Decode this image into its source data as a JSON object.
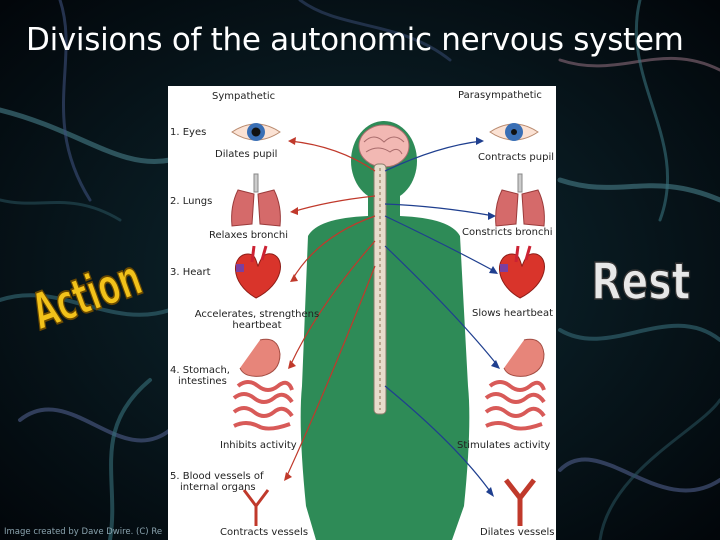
{
  "slide": {
    "title": "Divisions of the autonomic nervous system",
    "credit": "Image created by Dave Dwire. (C) Re"
  },
  "diagram": {
    "left_header": "Sympathetic",
    "right_header": "Parasympathetic",
    "organs": [
      {
        "label": "1. Eyes",
        "sympathetic": "Dilates pupil",
        "parasympathetic": "Contracts pupil"
      },
      {
        "label": "2. Lungs",
        "sympathetic": "Relaxes bronchi",
        "parasympathetic": "Constricts bronchi"
      },
      {
        "label": "3. Heart",
        "sympathetic": "Accelerates, strengthens heartbeat",
        "parasympathetic": "Slows heartbeat"
      },
      {
        "label": "4. Stomach, intestines",
        "sympathetic": "Inhibits activity",
        "parasympathetic": "Stimulates activity"
      },
      {
        "label": "5. Blood vessels of internal organs",
        "sympathetic": "Contracts vessels",
        "parasympathetic": "Dilates vessels"
      }
    ],
    "label_parts": {
      "heart_sym_line1": "Accelerates, strengthens",
      "heart_sym_line2": "heartbeat",
      "stomach_line1": "4. Stomach,",
      "stomach_line2": "intestines",
      "vessels_line1": "5. Blood vessels of",
      "vessels_line2": "internal organs"
    }
  },
  "callouts": {
    "left_word": "Action",
    "right_word": "Rest",
    "left_color": "#f2c21a",
    "right_color": "#e8e8e8"
  },
  "colors": {
    "body": "#2e8b57",
    "sympathetic_arrow": "#c0392b",
    "parasympathetic_arrow": "#1f3f8f"
  }
}
